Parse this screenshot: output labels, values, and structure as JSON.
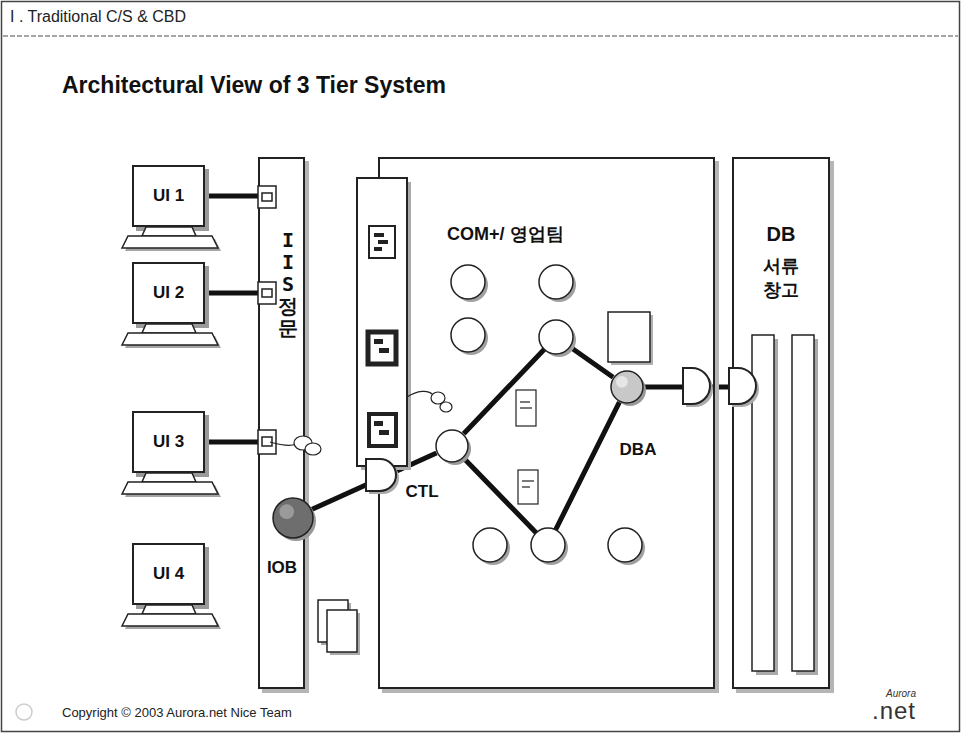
{
  "diagram": {
    "title": "Architectural View of 3 Tier System",
    "nodes": [
      {
        "text": [
          "UI 1"
        ]
      },
      {
        "text": [
          "UI 2"
        ]
      },
      {
        "text": [
          "UI 3"
        ]
      },
      {
        "text": [
          "UI 4"
        ]
      },
      {
        "text": [
          "IIS정문"
        ]
      },
      {
        "text": [
          "IOB"
        ],
        "in": 4
      },
      {
        "text": [
          "COM+/ 영업팀"
        ]
      },
      {
        "text": [
          "CTL"
        ],
        "in": 6
      },
      {
        "text": [
          "DBA"
        ],
        "in": 6
      },
      {
        "text": [
          "DB",
          "서류 창고"
        ]
      }
    ],
    "edges": [
      {
        "from": 0,
        "to": 4,
        "arrow": "none"
      },
      {
        "from": 1,
        "to": 4,
        "arrow": "none"
      },
      {
        "from": 2,
        "to": 4,
        "arrow": "none"
      },
      {
        "from": 5,
        "to": 7,
        "arrow": "none"
      },
      {
        "from": 7,
        "to": 8,
        "arrow": "none"
      },
      {
        "from": 7,
        "to": 8,
        "arrow": "none"
      },
      {
        "from": 8,
        "to": 9,
        "arrow": "none"
      }
    ],
    "labels": [
      "I . Traditional C/S & CBD",
      "Copyright © 2003 Aurora.net Nice Team",
      "Aurora",
      ".net"
    ]
  }
}
